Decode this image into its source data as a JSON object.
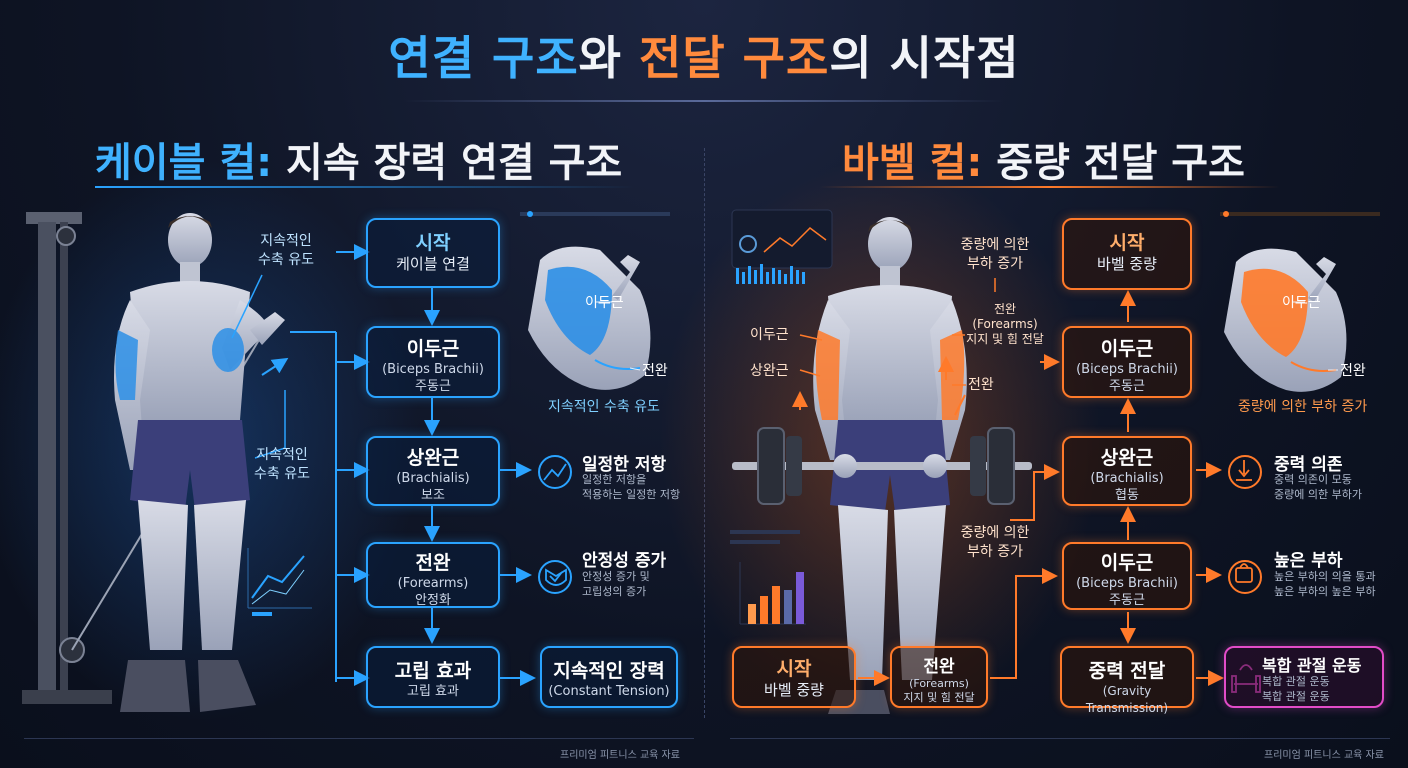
{
  "title": {
    "part1": "연결 구조",
    "part2": "와 ",
    "part3": "전달 구조",
    "part4": "의 시작점"
  },
  "left": {
    "heading_accent": "케이블 컬:",
    "heading_rest": " 지속 장력 연결 구조",
    "label_top": "지속적인\n수축 유도",
    "label_mid": "지속적인\n수축 유도",
    "flow": [
      {
        "title": "시작",
        "main": "케이블 연결"
      },
      {
        "title": "이두근",
        "sub": "(Biceps Brachii)",
        "main": "주동근"
      },
      {
        "title": "상완근",
        "sub": "(Brachialis)",
        "main": "보조"
      },
      {
        "title": "전완",
        "sub": "(Forearms)",
        "main": "안정화"
      },
      {
        "title": "고립 효과",
        "main": "고립 효과"
      }
    ],
    "end_box": {
      "title": "지속적인 장력",
      "sub": "(Constant Tension)"
    },
    "side": [
      {
        "title": "일정한 저항",
        "desc": "일정한 저항을\n적용하는 일정한 저항"
      },
      {
        "title": "안정성 증가",
        "desc": "안정성 증가 및\n고립성의 증가"
      }
    ],
    "arm": {
      "biceps": "이두근",
      "forearm": "전완",
      "caption": "지속적인 수축 유도"
    },
    "footer": "프리미엄 피트니스 교육 자료"
  },
  "right": {
    "heading_accent": "바벨 컬:",
    "heading_rest": " 중량 전달 구조",
    "label_load_top": "중량에 의한\n부하 증가",
    "label_forearm_grip": "전완\n(Forearms)\n지지 및 힘 전달",
    "label_biceps": "이두근",
    "label_brachialis": "상완근",
    "label_forearm": "전완",
    "label_load_bottom": "중량에 의한\n부하 증가",
    "column": [
      {
        "title": "시작",
        "main": "바벨 중량"
      },
      {
        "title": "이두근",
        "sub": "(Biceps Brachii)",
        "main": "주동근"
      },
      {
        "title": "상완근",
        "sub": "(Brachialis)",
        "main": "협동"
      },
      {
        "title": "이두근",
        "sub": "(Biceps Brachii)",
        "main": "주동근"
      },
      {
        "title": "중력 전달",
        "sub": "(Gravity Transmission)"
      }
    ],
    "start_box": {
      "title": "시작",
      "main": "바벨 중량"
    },
    "forearm_box": {
      "title": "전완",
      "sub": "(Forearms)",
      "main": "지지 및 힘 전달"
    },
    "side": [
      {
        "title": "중력 의존",
        "desc": "중력 의존이 모동\n중량에 의한 부하가"
      },
      {
        "title": "높은 부하",
        "desc": "높은 부하의 의을 통과\n높은 부하의 높은 부하"
      },
      {
        "title": "복합 관절 운동",
        "desc": "복합 관절 운동\n복합 관절 운동"
      }
    ],
    "arm": {
      "biceps": "이두근",
      "forearm": "전완",
      "caption": "중량에 의한 부하 증가"
    },
    "footer": "프리미엄 피트니스 교육 자료"
  },
  "colors": {
    "blue": "#2aa3ff",
    "orange": "#ff7a2a",
    "pink": "#e24cc8",
    "bg": "#0e1424"
  }
}
